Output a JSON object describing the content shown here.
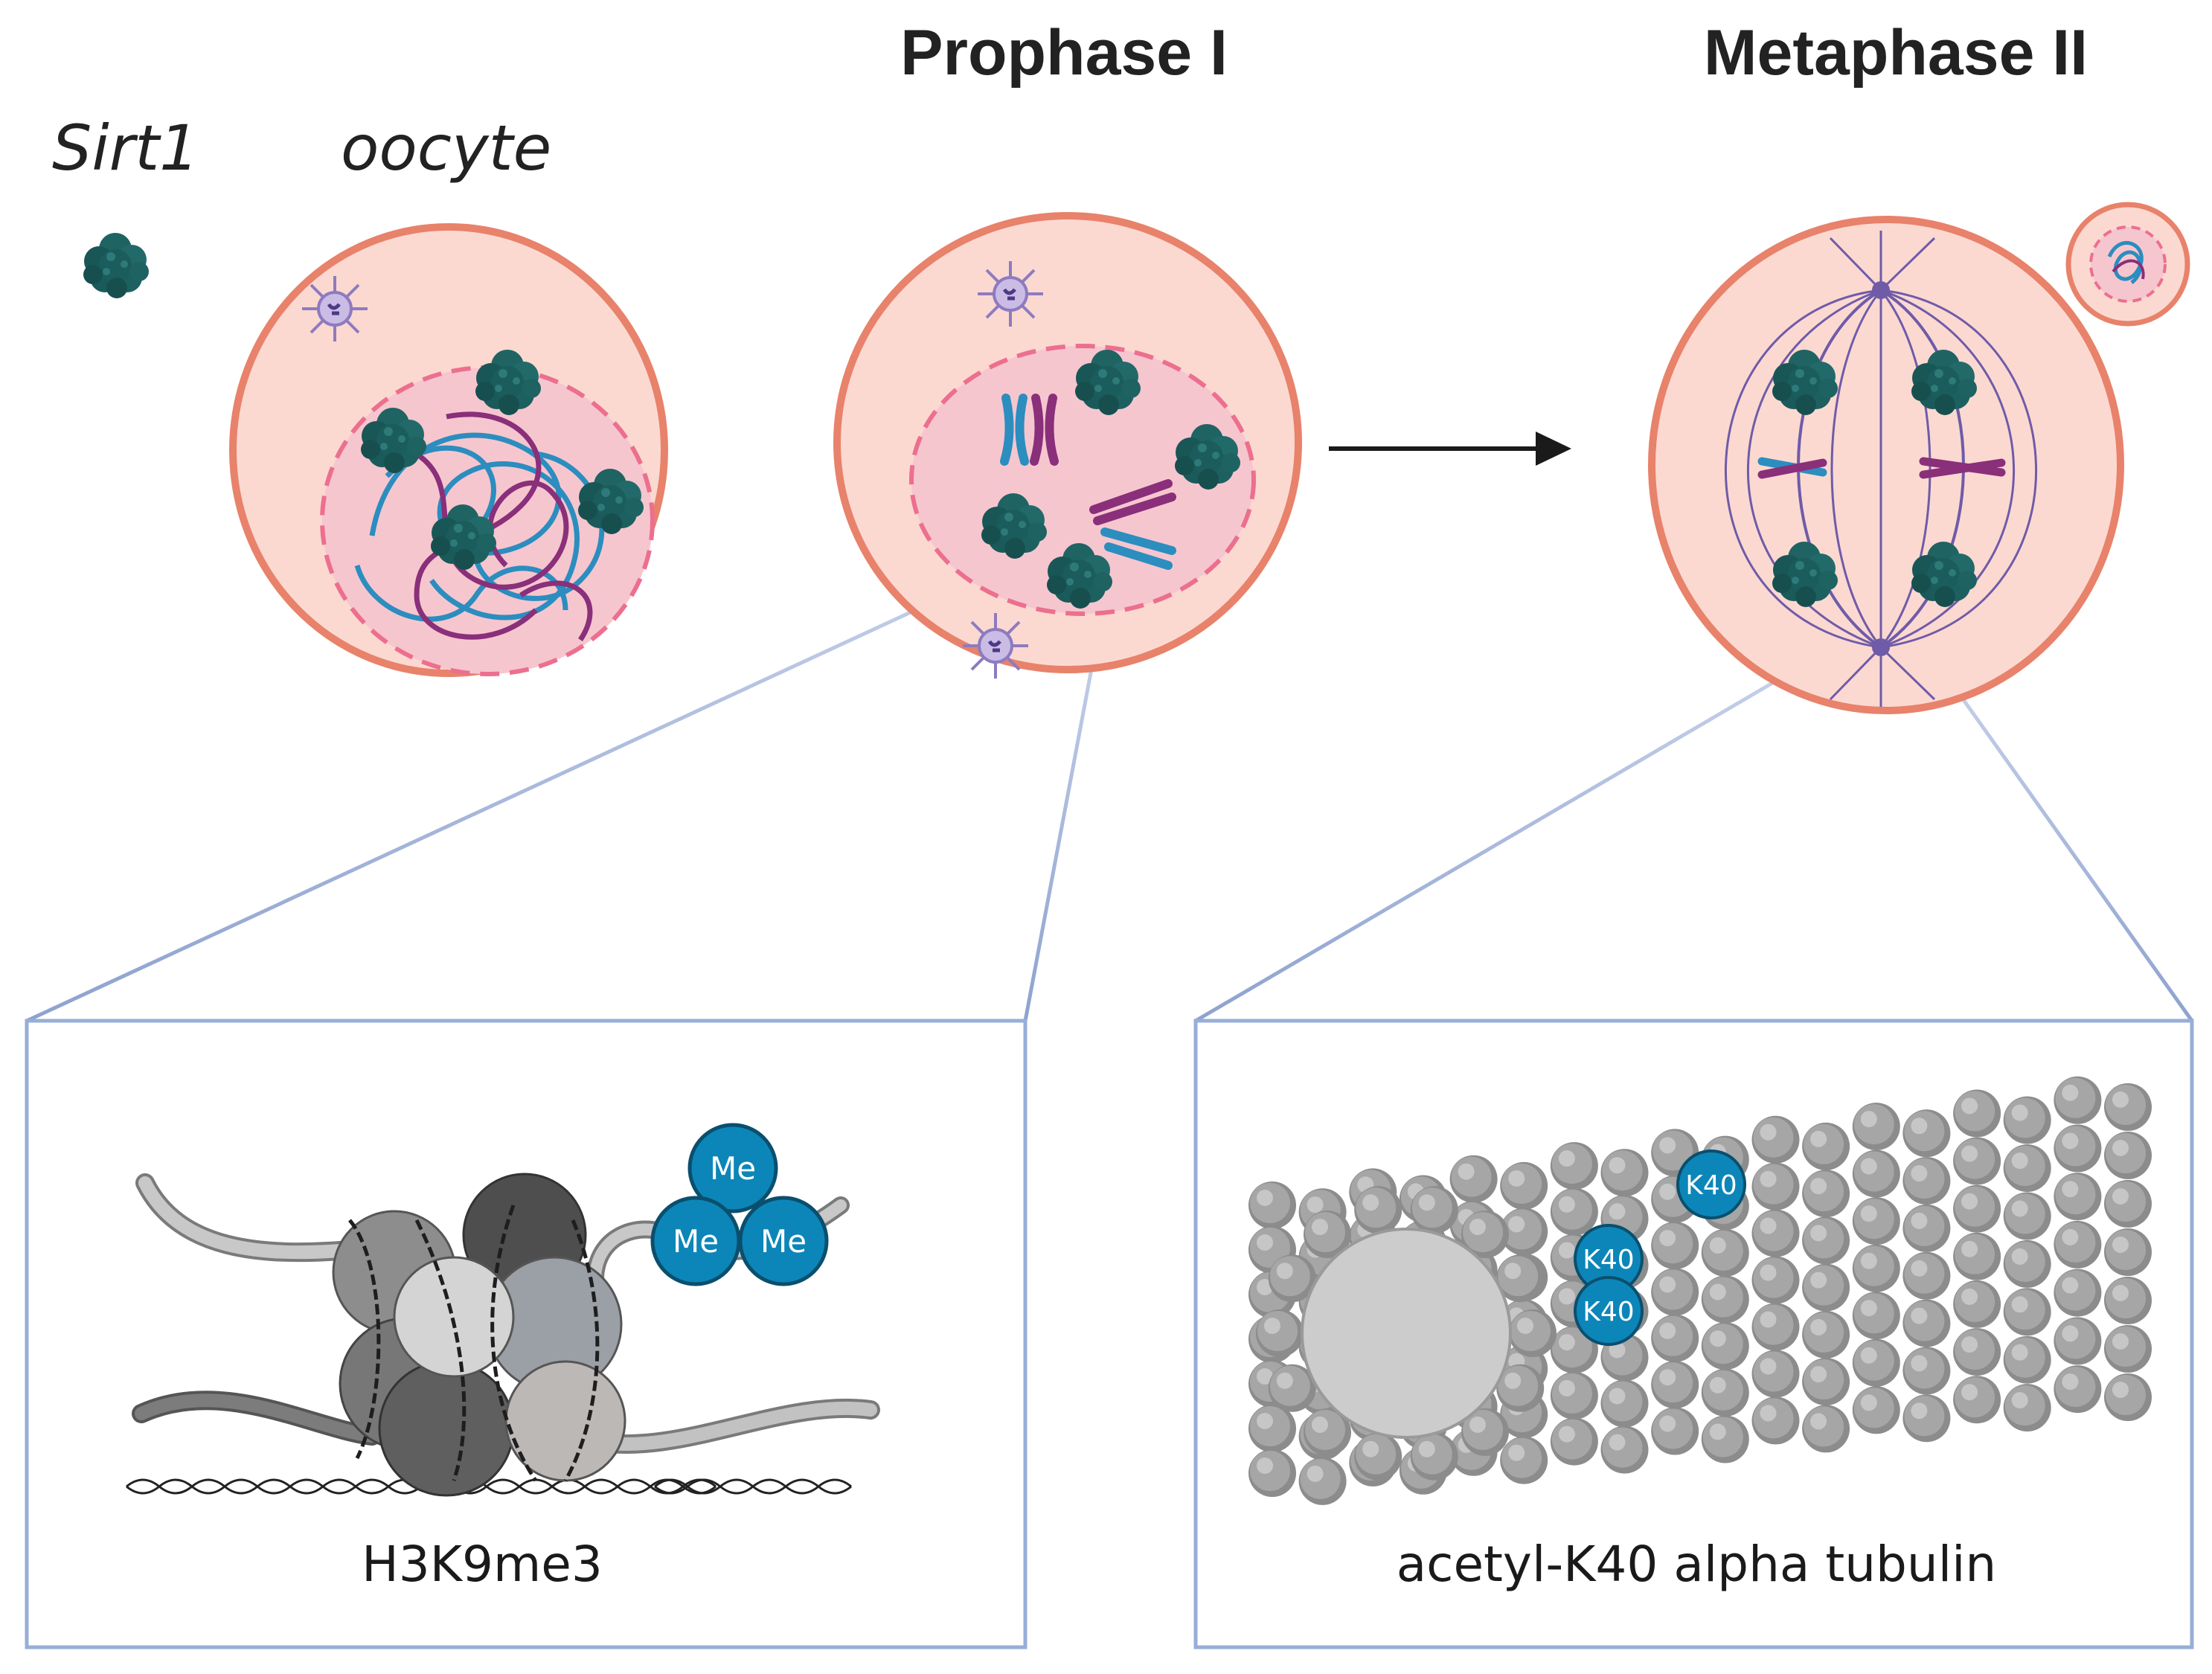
{
  "labels": {
    "gene": "Sirt1",
    "cell": "oocyte",
    "stage_1": "Prophase I",
    "stage_2": "Metaphase II"
  },
  "insets": {
    "left_caption": "H3K9me3",
    "right_caption": "acetyl-K40 alpha tubulin",
    "methyl_mark": "Me",
    "acetyl_site": "K40"
  },
  "colors": {
    "cell_membrane": "#e8826b",
    "cytoplasm": "#fbd9d1",
    "nucleus": "#f6c6cf",
    "nuclear_envelope": "#ec6f8e",
    "sirt1_protein": "#1d5e5e",
    "chromatin_blue": "#2c8dbf",
    "chromatin_purple": "#8a2f7a",
    "inset_border": "#97aed8",
    "modification_blue": "#0c86b8",
    "tubulin_gray": "#a0a0a0"
  },
  "icons": {
    "protein": "sirt1-protein-icon",
    "centrosome": "centrosome-icon",
    "nucleosome": "nucleosome-icon",
    "microtubule": "microtubule-icon",
    "arrow": "arrow-right-icon"
  }
}
